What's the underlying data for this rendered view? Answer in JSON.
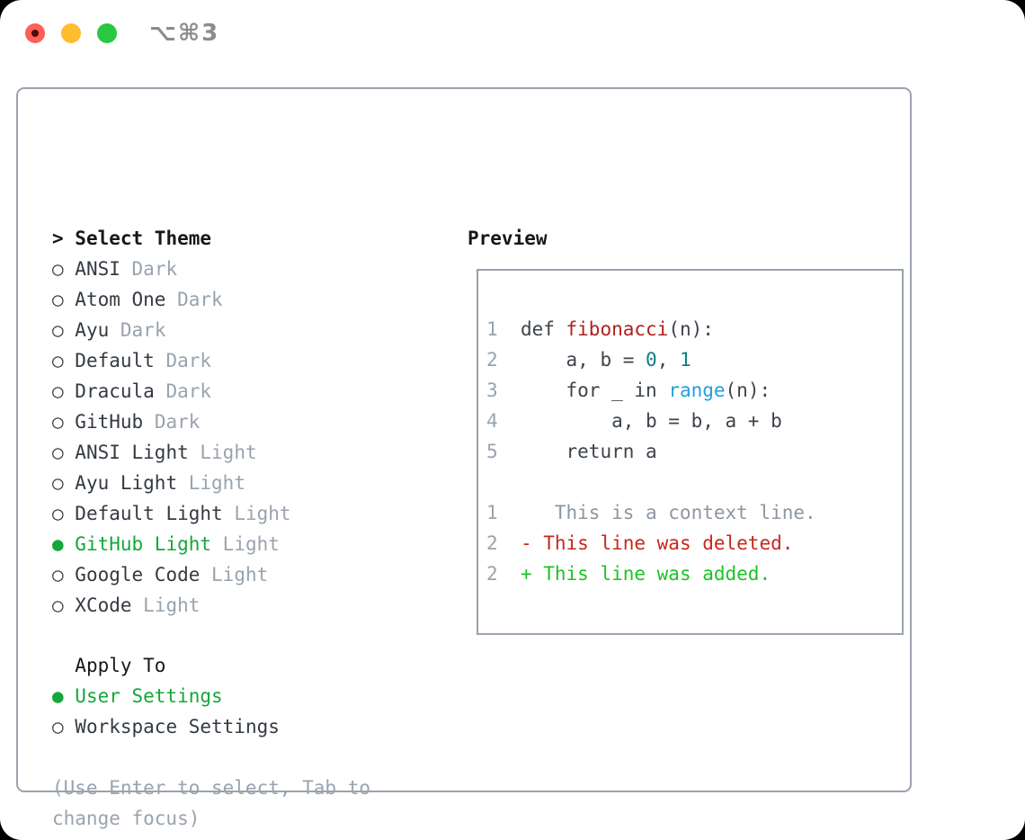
{
  "window": {
    "title": "⌥⌘3"
  },
  "colors": {
    "window_bg": "#ffffff",
    "border": "#9aa3ae",
    "title_gray": "#8b8b90",
    "traffic_red": "#ff5f57",
    "traffic_red_dot": "#4a0d08",
    "traffic_yellow": "#febc2e",
    "traffic_green": "#28c840",
    "text_head": "#15181b",
    "text_body": "#343a42",
    "muted": "#99a3af",
    "selected_green": "#14a73a",
    "code_default": "#3c434a",
    "func_red": "#b0211c",
    "number_teal": "#0d7e86",
    "builtin_blue": "#249fda",
    "diff_del": "#c5281c",
    "diff_add": "#1dc327",
    "context_gray": "#8d97a2"
  },
  "theme_picker": {
    "header_prefix": ">",
    "header_label": "Select Theme",
    "radio_unselected": "○",
    "radio_selected": "●",
    "items": [
      {
        "name": "ANSI",
        "tag": "Dark",
        "selected": false
      },
      {
        "name": "Atom One",
        "tag": "Dark",
        "selected": false
      },
      {
        "name": "Ayu",
        "tag": "Dark",
        "selected": false
      },
      {
        "name": "Default",
        "tag": "Dark",
        "selected": false
      },
      {
        "name": "Dracula",
        "tag": "Dark",
        "selected": false
      },
      {
        "name": "GitHub",
        "tag": "Dark",
        "selected": false
      },
      {
        "name": "ANSI Light",
        "tag": "Light",
        "selected": false
      },
      {
        "name": "Ayu Light",
        "tag": "Light",
        "selected": false
      },
      {
        "name": "Default Light",
        "tag": "Light",
        "selected": false
      },
      {
        "name": "GitHub Light",
        "tag": "Light",
        "selected": true
      },
      {
        "name": "Google Code",
        "tag": "Light",
        "selected": false
      },
      {
        "name": "XCode",
        "tag": "Light",
        "selected": false
      }
    ]
  },
  "apply_to": {
    "header": "Apply To",
    "options": [
      {
        "name": "User Settings",
        "selected": true
      },
      {
        "name": "Workspace Settings",
        "selected": false
      }
    ]
  },
  "footer": {
    "lines": [
      "(Use Enter to select, Tab to",
      "change focus)"
    ]
  },
  "preview": {
    "header": "Preview",
    "lines": [
      [
        {
          "t": "1  ",
          "c": "num"
        },
        {
          "t": "def ",
          "c": "code"
        },
        {
          "t": "fibonacci",
          "c": "func"
        },
        {
          "t": "(n):",
          "c": "code"
        }
      ],
      [
        {
          "t": "2      ",
          "c": "num"
        },
        {
          "t": "a, b = ",
          "c": "code"
        },
        {
          "t": "0",
          "c": "number"
        },
        {
          "t": ", ",
          "c": "code"
        },
        {
          "t": "1",
          "c": "number"
        }
      ],
      [
        {
          "t": "3      ",
          "c": "num"
        },
        {
          "t": "for _ in ",
          "c": "code"
        },
        {
          "t": "range",
          "c": "builtin"
        },
        {
          "t": "(n):",
          "c": "code"
        }
      ],
      [
        {
          "t": "4          ",
          "c": "num"
        },
        {
          "t": "a, b = b, a + b",
          "c": "code"
        }
      ],
      [
        {
          "t": "5      ",
          "c": "num"
        },
        {
          "t": "return a",
          "c": "code"
        }
      ],
      [
        {
          "t": " ",
          "c": "code"
        }
      ],
      [
        {
          "t": "1     ",
          "c": "num"
        },
        {
          "t": "This is a context line.",
          "c": "ctx"
        }
      ],
      [
        {
          "t": "2  ",
          "c": "num"
        },
        {
          "t": "- This line was deleted.",
          "c": "del"
        }
      ],
      [
        {
          "t": "2  ",
          "c": "num"
        },
        {
          "t": "+ This line was added.",
          "c": "add"
        }
      ]
    ]
  }
}
